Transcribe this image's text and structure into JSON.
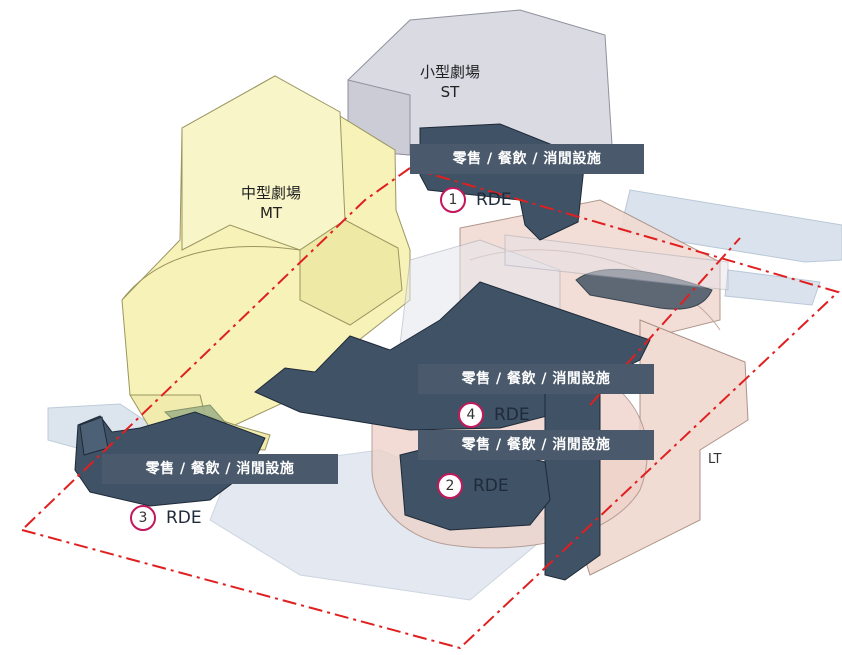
{
  "theatres": {
    "small": {
      "name": "小型劇場",
      "code": "ST"
    },
    "medium": {
      "name": "中型劇場",
      "code": "MT"
    },
    "large": {
      "code": "LT"
    }
  },
  "zones": [
    {
      "label": "零售 / 餐飲 / 消閒設施",
      "number": "1",
      "code": "RDE"
    },
    {
      "label": "零售 / 餐飲 / 消閒設施",
      "number": "4",
      "code": "RDE"
    },
    {
      "label": "零售 / 餐飲 / 消閒設施",
      "number": "2",
      "code": "RDE"
    },
    {
      "label": "零售 / 餐飲 / 消閒設施",
      "number": "3",
      "code": "RDE"
    }
  ],
  "colors": {
    "banner": "#4a5a6c",
    "marker_ring": "#c2185b",
    "boundary": "#e02020",
    "medium_theatre": "#f6f2b8",
    "small_theatre": "#d9dae2",
    "large_theatre": "#f1dbd2",
    "rde_dark": "#3f5266",
    "walkway": "#d4dfeb"
  }
}
